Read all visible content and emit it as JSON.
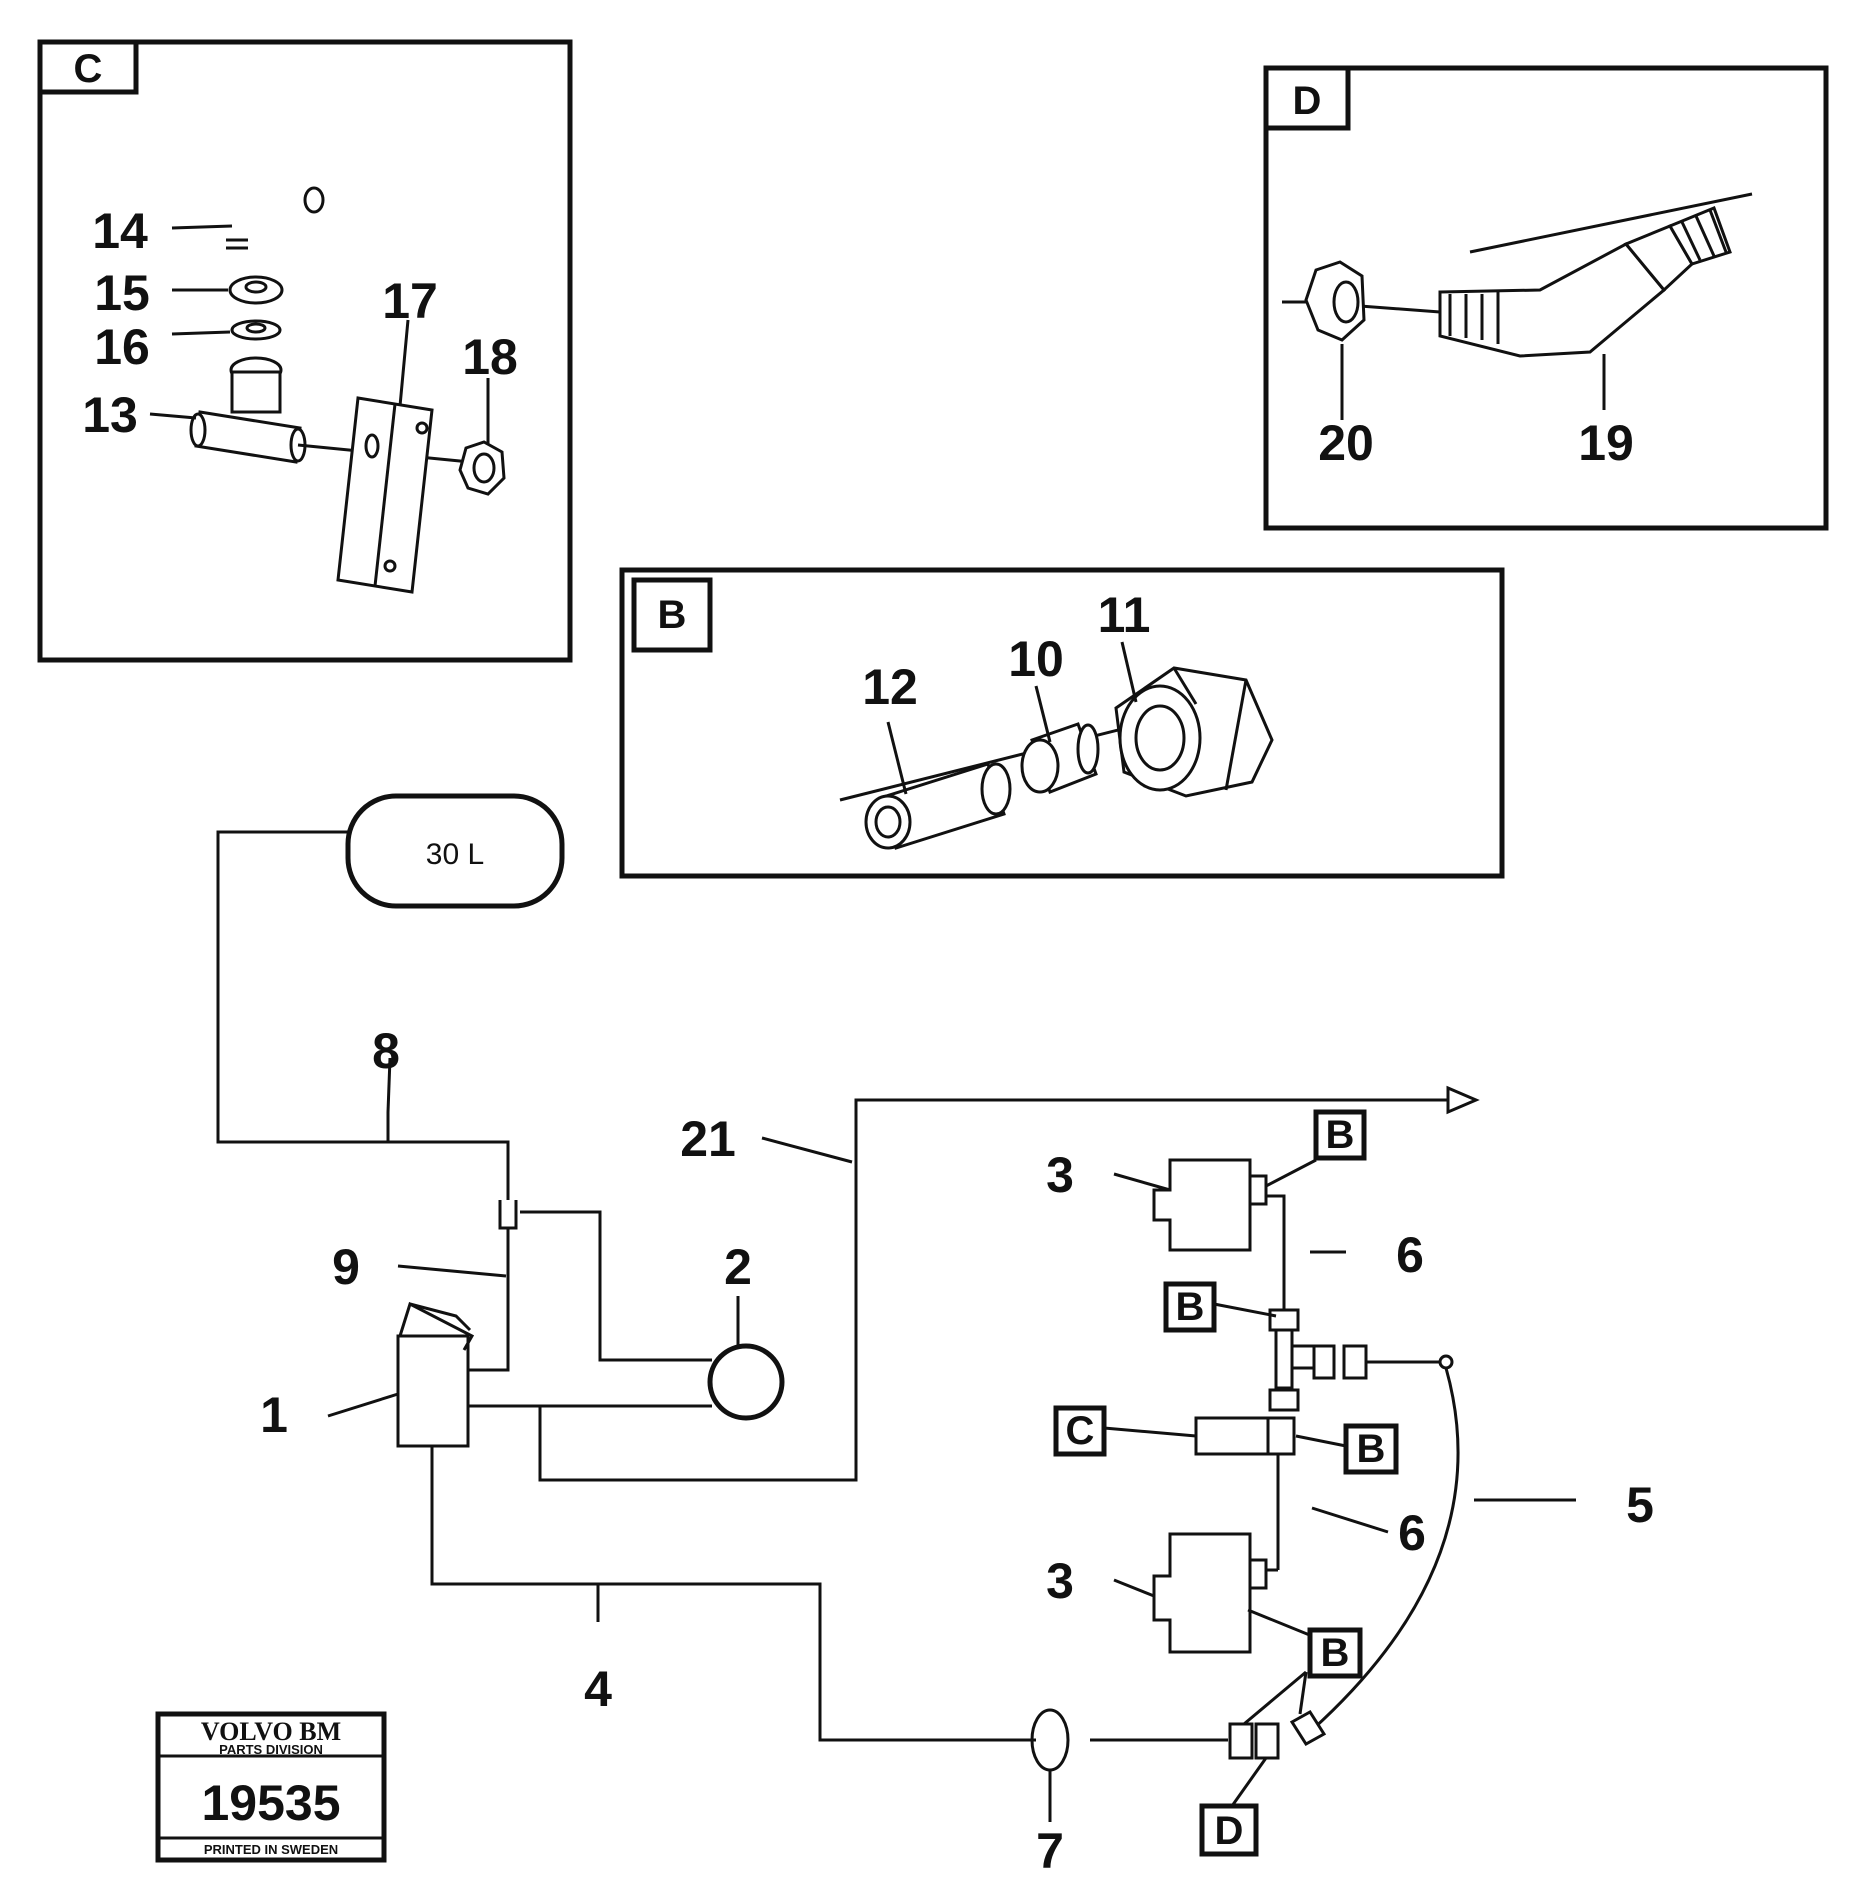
{
  "detail_boxes": {
    "C": {
      "label": "C",
      "items": [
        "14",
        "15",
        "16",
        "13",
        "17",
        "18"
      ]
    },
    "D": {
      "label": "D",
      "items": [
        "20",
        "19"
      ]
    },
    "B": {
      "label": "B",
      "items": [
        "12",
        "10",
        "11"
      ]
    }
  },
  "tank": {
    "label": "30 L"
  },
  "callouts": [
    "8",
    "9",
    "1",
    "2",
    "21",
    "3",
    "3",
    "6",
    "6",
    "5",
    "4",
    "7"
  ],
  "connector_tags": [
    "B",
    "B",
    "B",
    "B",
    "C",
    "D"
  ],
  "stamp": {
    "brand": "VOLVO BM",
    "division": "PARTS DIVISION",
    "number": "19535",
    "footer": "PRINTED IN SWEDEN"
  }
}
